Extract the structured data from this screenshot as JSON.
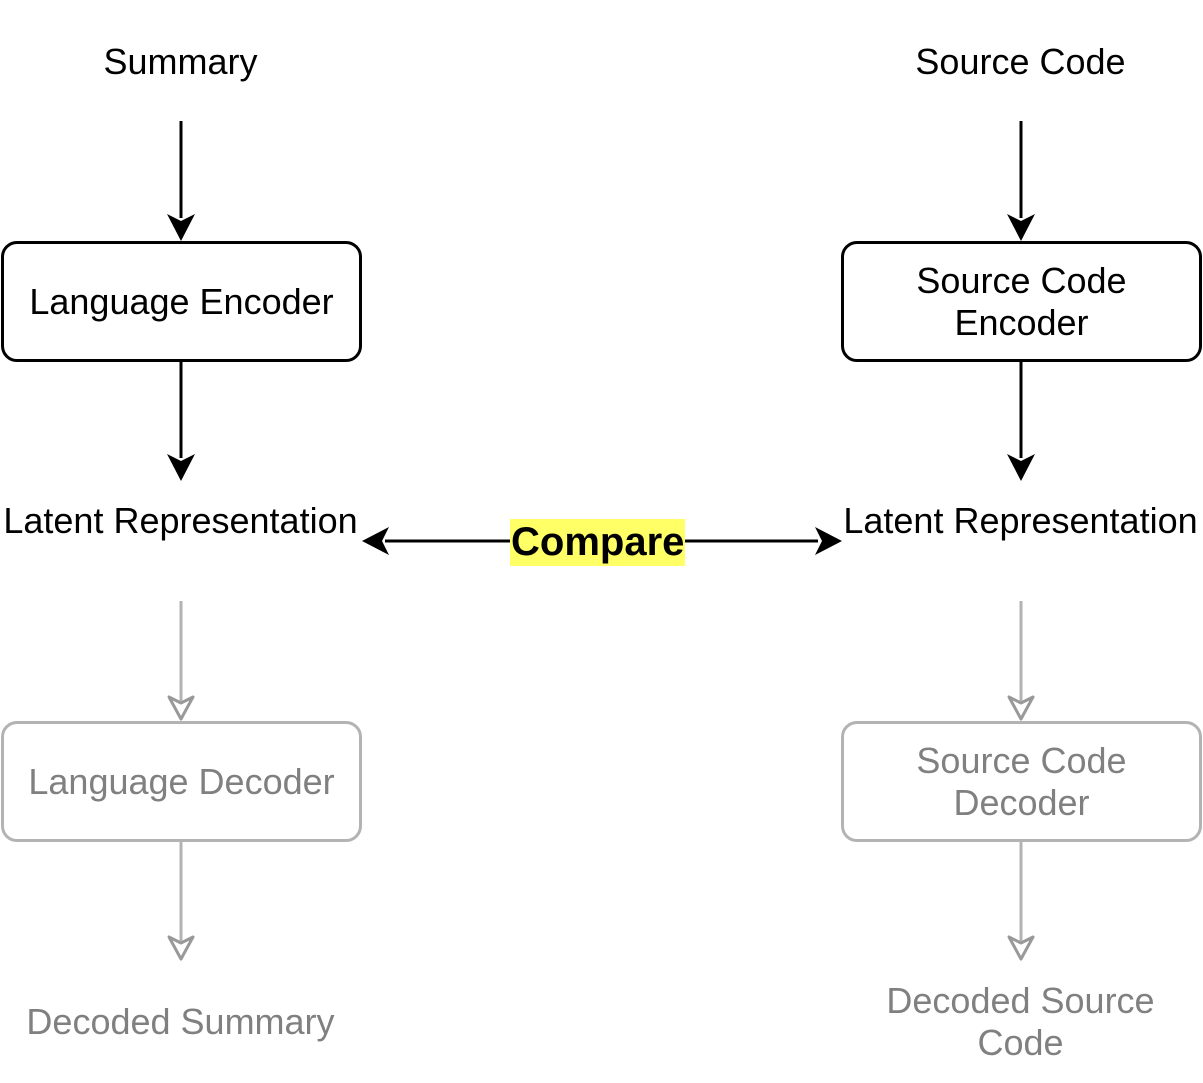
{
  "colors": {
    "primary": "#000000",
    "faded_stroke": "#b3b3b3",
    "faded_text": "#808080",
    "highlight": "#ffff66"
  },
  "left": {
    "input": "Summary",
    "encoder": "Language Encoder",
    "latent": "Latent Representation",
    "decoder": "Language Decoder",
    "output": "Decoded Summary"
  },
  "right": {
    "input": "Source Code",
    "encoder": "Source Code Encoder",
    "latent": "Latent Representation",
    "decoder": "Source Code Decoder",
    "output": "Decoded Source Code"
  },
  "compare_label": "Compare"
}
